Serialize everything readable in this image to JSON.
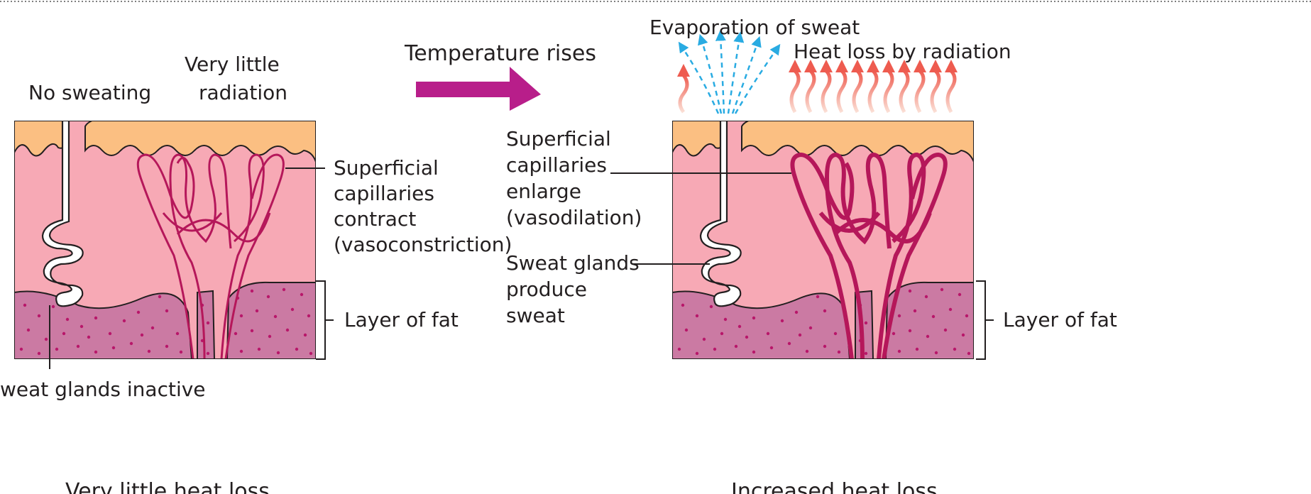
{
  "colors": {
    "epidermis": "#fbbf82",
    "dermis": "#f7a9b5",
    "fat": "#cb7aa3",
    "fat_dots": "#b8176a",
    "vessel": "#b5175a",
    "arrow": "#b81e8a",
    "sweat_droplets": "#29abe2",
    "radiation_start": "#f8c7b8",
    "radiation_end": "#ee5b4f"
  },
  "header": {
    "title": "Temperature rises"
  },
  "left": {
    "no_sweating": "No sweating",
    "radiation_line1": "Very little",
    "radiation_line2": "radiation",
    "capillaries_line1": "Superficial",
    "capillaries_line2": "capillaries",
    "capillaries_line3": "contract",
    "capillaries_line4": "(vasoconstriction)",
    "fat_label": "Layer of fat",
    "glands_label": "weat glands inactive",
    "caption": "Very little heat loss"
  },
  "right": {
    "evaporation": "Evaporation of sweat",
    "radiation": "Heat loss by radiation",
    "capillaries_line1": "Superficial",
    "capillaries_line2": "capillaries",
    "capillaries_line3": "enlarge",
    "capillaries_line4": "(vasodilation)",
    "glands_line1": "Sweat glands",
    "glands_line2": "produce",
    "glands_line3": "sweat",
    "fat_label": "Layer of fat",
    "caption": "Increased heat loss"
  },
  "icons": {
    "transition_arrow": "right-arrow-icon",
    "radiation_waves": "wavy-up-arrow-icon",
    "sweat_evaporation": "dashed-up-arrow-icon"
  }
}
